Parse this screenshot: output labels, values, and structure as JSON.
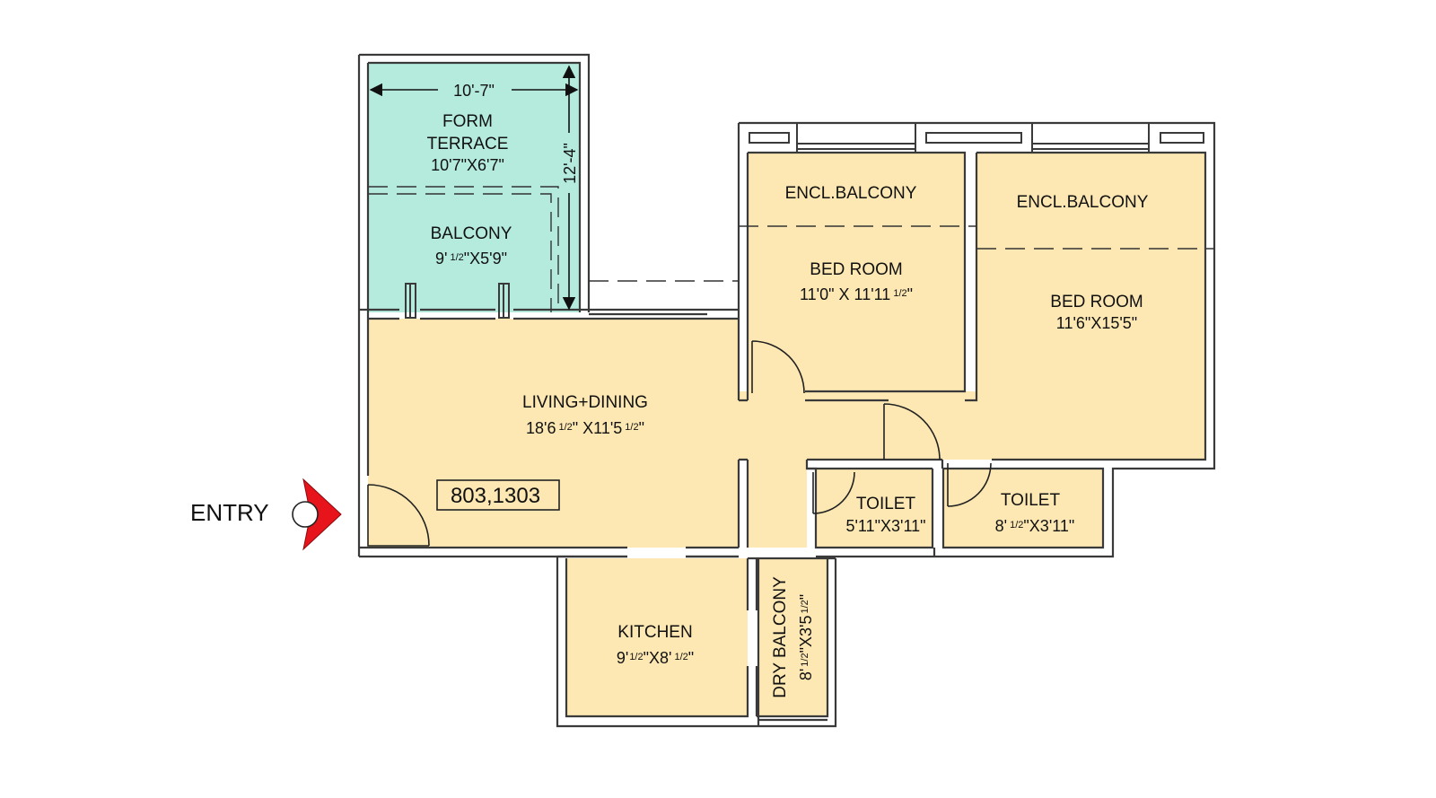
{
  "colors": {
    "room_fill": "#fde8b3",
    "terrace_fill": "#b4ebdd",
    "wall": "#3a3a3a",
    "entry_arrow": "#e8141c"
  },
  "entry_label": "ENTRY",
  "unit_code": "803,1303",
  "rooms": {
    "terrace": {
      "name_line1": "FORM",
      "name_line2": "TERRACE",
      "size": "10'7\"X6'7\""
    },
    "balcony": {
      "name": "BALCONY",
      "size_a": "9'",
      "size_frac": "1/2",
      "size_b": "\"X5'9\""
    },
    "encl_balcony_1": {
      "name": "ENCL.BALCONY"
    },
    "encl_balcony_2": {
      "name": "ENCL.BALCONY"
    },
    "bed_room_1": {
      "name": "BED ROOM",
      "size_a": "11'0\" X 11'11",
      "size_frac": "1/2",
      "size_b": "\""
    },
    "bed_room_2": {
      "name": "BED ROOM",
      "size": "11'6\"X15'5\""
    },
    "living": {
      "name": "LIVING+DINING",
      "size_a": "18'6",
      "size_frac1": "1/2",
      "size_b": "\" X11'5",
      "size_frac2": "1/2",
      "size_c": "\""
    },
    "toilet_1": {
      "name": "TOILET",
      "size": "5'11\"X3'11\""
    },
    "toilet_2": {
      "name": "TOILET",
      "size_a": "8'",
      "size_frac": "1/2",
      "size_b": "\"X3'11\""
    },
    "kitchen": {
      "name": "KITCHEN",
      "size_a": "9'",
      "size_frac1": "1/2",
      "size_b": "\"X8'",
      "size_frac2": "1/2",
      "size_c": "\""
    },
    "dry_balcony": {
      "name": "DRY BALCONY",
      "size_a": "8'",
      "size_frac1": "1/2",
      "size_b": "\"X3'5",
      "size_frac2": "1/2",
      "size_c": "\""
    }
  },
  "dimensions": {
    "terrace_width": "10'-7\"",
    "terrace_depth": "12'-4\""
  }
}
